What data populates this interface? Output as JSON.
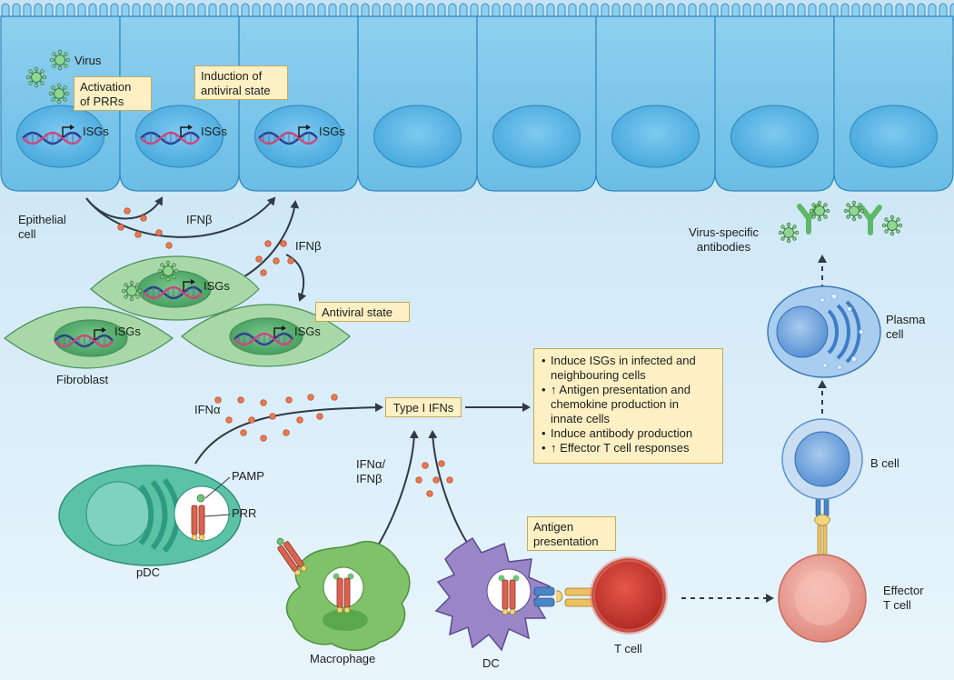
{
  "colors": {
    "background_top": "#c7e4f4",
    "background_bottom": "#e8f4fb",
    "epithelium": "#7cc6ea",
    "fibroblast": "#9fd3a5",
    "pdc": "#4fbfa6",
    "macrophage": "#7fc26a",
    "dendritic_cell": "#9a86c6",
    "t_cell": "#d6453b",
    "effector_t_cell": "#f1b1a8",
    "b_cell": "#79a9dd",
    "plasma_cell": "#9cc5ea",
    "ifn_dot": "#e36a4c",
    "virus": "#6fc27a",
    "callout_fill": "#fdf0c4"
  },
  "labels": {
    "virus": "Virus",
    "epithelial_cell": [
      "Epithelial",
      "cell"
    ],
    "isgs": "ISGs",
    "ifn_beta": "IFNβ",
    "fibroblast": "Fibroblast",
    "ifn_alpha": "IFNα",
    "ifn_alpha_beta": [
      "IFNα/",
      "IFNβ"
    ],
    "pamp": "PAMP",
    "prr": "PRR",
    "pdc": "pDC",
    "macrophage": "Macrophage",
    "dc": "DC",
    "t_cell": "T cell",
    "effector_t_cell": [
      "Effector",
      "T cell"
    ],
    "b_cell": "B cell",
    "plasma_cell": [
      "Plasma",
      "cell"
    ],
    "virus_specific_antibodies": [
      "Virus-specific",
      "antibodies"
    ]
  },
  "boxes": {
    "activation": [
      "Activation",
      "of PRRs"
    ],
    "induction": [
      "Induction of",
      "antiviral state"
    ],
    "antiviral_state": "Antiviral state",
    "type_i_ifns": "Type I IFNs",
    "antigen_presentation": [
      "Antigen",
      "presentation"
    ]
  },
  "effects": [
    [
      "Induce ISGs in infected and",
      "neighbouring cells"
    ],
    [
      "↑ Antigen presentation and",
      "chemokine production in",
      "innate cells"
    ],
    [
      "Induce antibody production"
    ],
    [
      "↑ Effector T cell responses"
    ]
  ]
}
